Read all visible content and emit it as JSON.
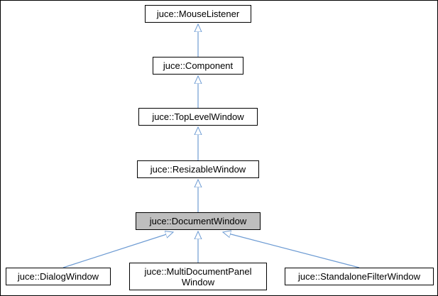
{
  "diagram": {
    "type": "class-inheritance-diagram",
    "nodes": {
      "mouseListener": {
        "label": "juce::MouseListener"
      },
      "component": {
        "label": "juce::Component"
      },
      "topLevelWindow": {
        "label": "juce::TopLevelWindow"
      },
      "resizableWindow": {
        "label": "juce::ResizableWindow"
      },
      "documentWindow": {
        "label": "juce::DocumentWindow",
        "highlighted": true
      },
      "dialogWindow": {
        "label": "juce::DialogWindow"
      },
      "multiDocumentPanelWindow": {
        "line1": "juce::MultiDocumentPanel",
        "line2": "Window"
      },
      "standaloneFilterWindow": {
        "label": "juce::StandaloneFilterWindow"
      }
    },
    "edges": [
      {
        "from": "juce::Component",
        "to": "juce::MouseListener"
      },
      {
        "from": "juce::TopLevelWindow",
        "to": "juce::Component"
      },
      {
        "from": "juce::ResizableWindow",
        "to": "juce::TopLevelWindow"
      },
      {
        "from": "juce::DocumentWindow",
        "to": "juce::ResizableWindow"
      },
      {
        "from": "juce::DialogWindow",
        "to": "juce::DocumentWindow"
      },
      {
        "from": "juce::MultiDocumentPanelWindow",
        "to": "juce::DocumentWindow"
      },
      {
        "from": "juce::StandaloneFilterWindow",
        "to": "juce::DocumentWindow"
      }
    ],
    "colors": {
      "arrow": "#6d9bd3",
      "highlight_background": "#bebebe",
      "box_border": "#000000",
      "background": "#ffffff"
    }
  }
}
